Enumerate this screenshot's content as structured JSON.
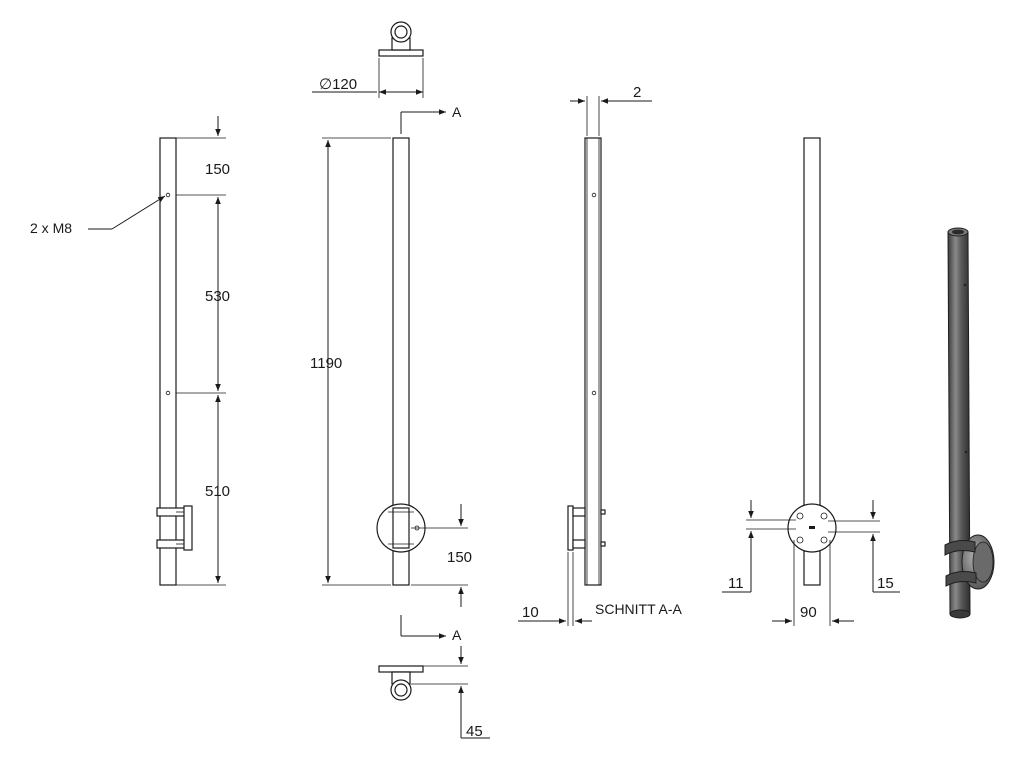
{
  "callout": {
    "thread_label": "2 x M8"
  },
  "dimensions": {
    "top_offset": "150",
    "hole_spacing": "530",
    "lower_offset": "510",
    "total_height": "1190",
    "flange_diameter": "∅120",
    "flange_offset": "150",
    "flange_depth": "45",
    "wall_thickness": "2",
    "plate_thickness": "10",
    "hole_left": "11",
    "hole_right": "15",
    "bolt_circle": "90"
  },
  "section": {
    "marker": "A",
    "title": "SCHNITT A-A"
  },
  "colors": {
    "line": "#1a1a1a",
    "shade_dark": "#4a4a4a",
    "shade_light": "#9a9a9a"
  }
}
